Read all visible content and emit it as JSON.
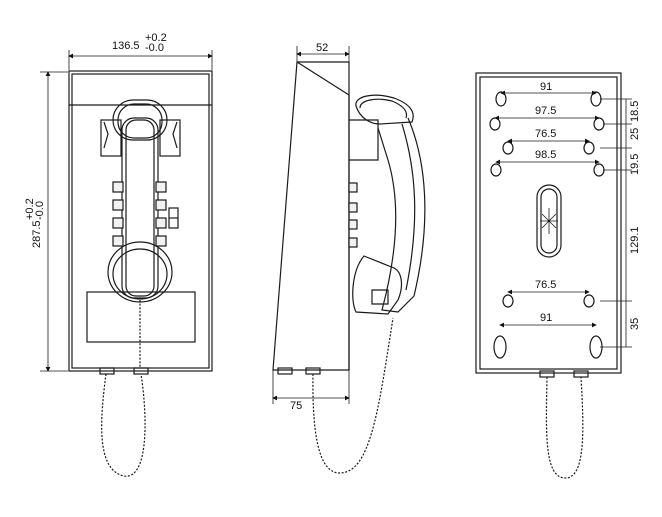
{
  "front": {
    "width_main": "136.5",
    "width_tol_plus": "+0.2",
    "width_tol_minus": "-0.0",
    "height_main": "287.5",
    "height_tol_plus": "+0.2",
    "height_tol_minus": "-0.0"
  },
  "side": {
    "top_depth": "52",
    "bottom_depth": "75"
  },
  "back": {
    "h_dims": [
      "91",
      "97.5",
      "76.5",
      "98.5",
      "76.5",
      "91"
    ],
    "v_dims": [
      "18.5",
      "25",
      "19.5",
      "129.1",
      "35"
    ]
  }
}
